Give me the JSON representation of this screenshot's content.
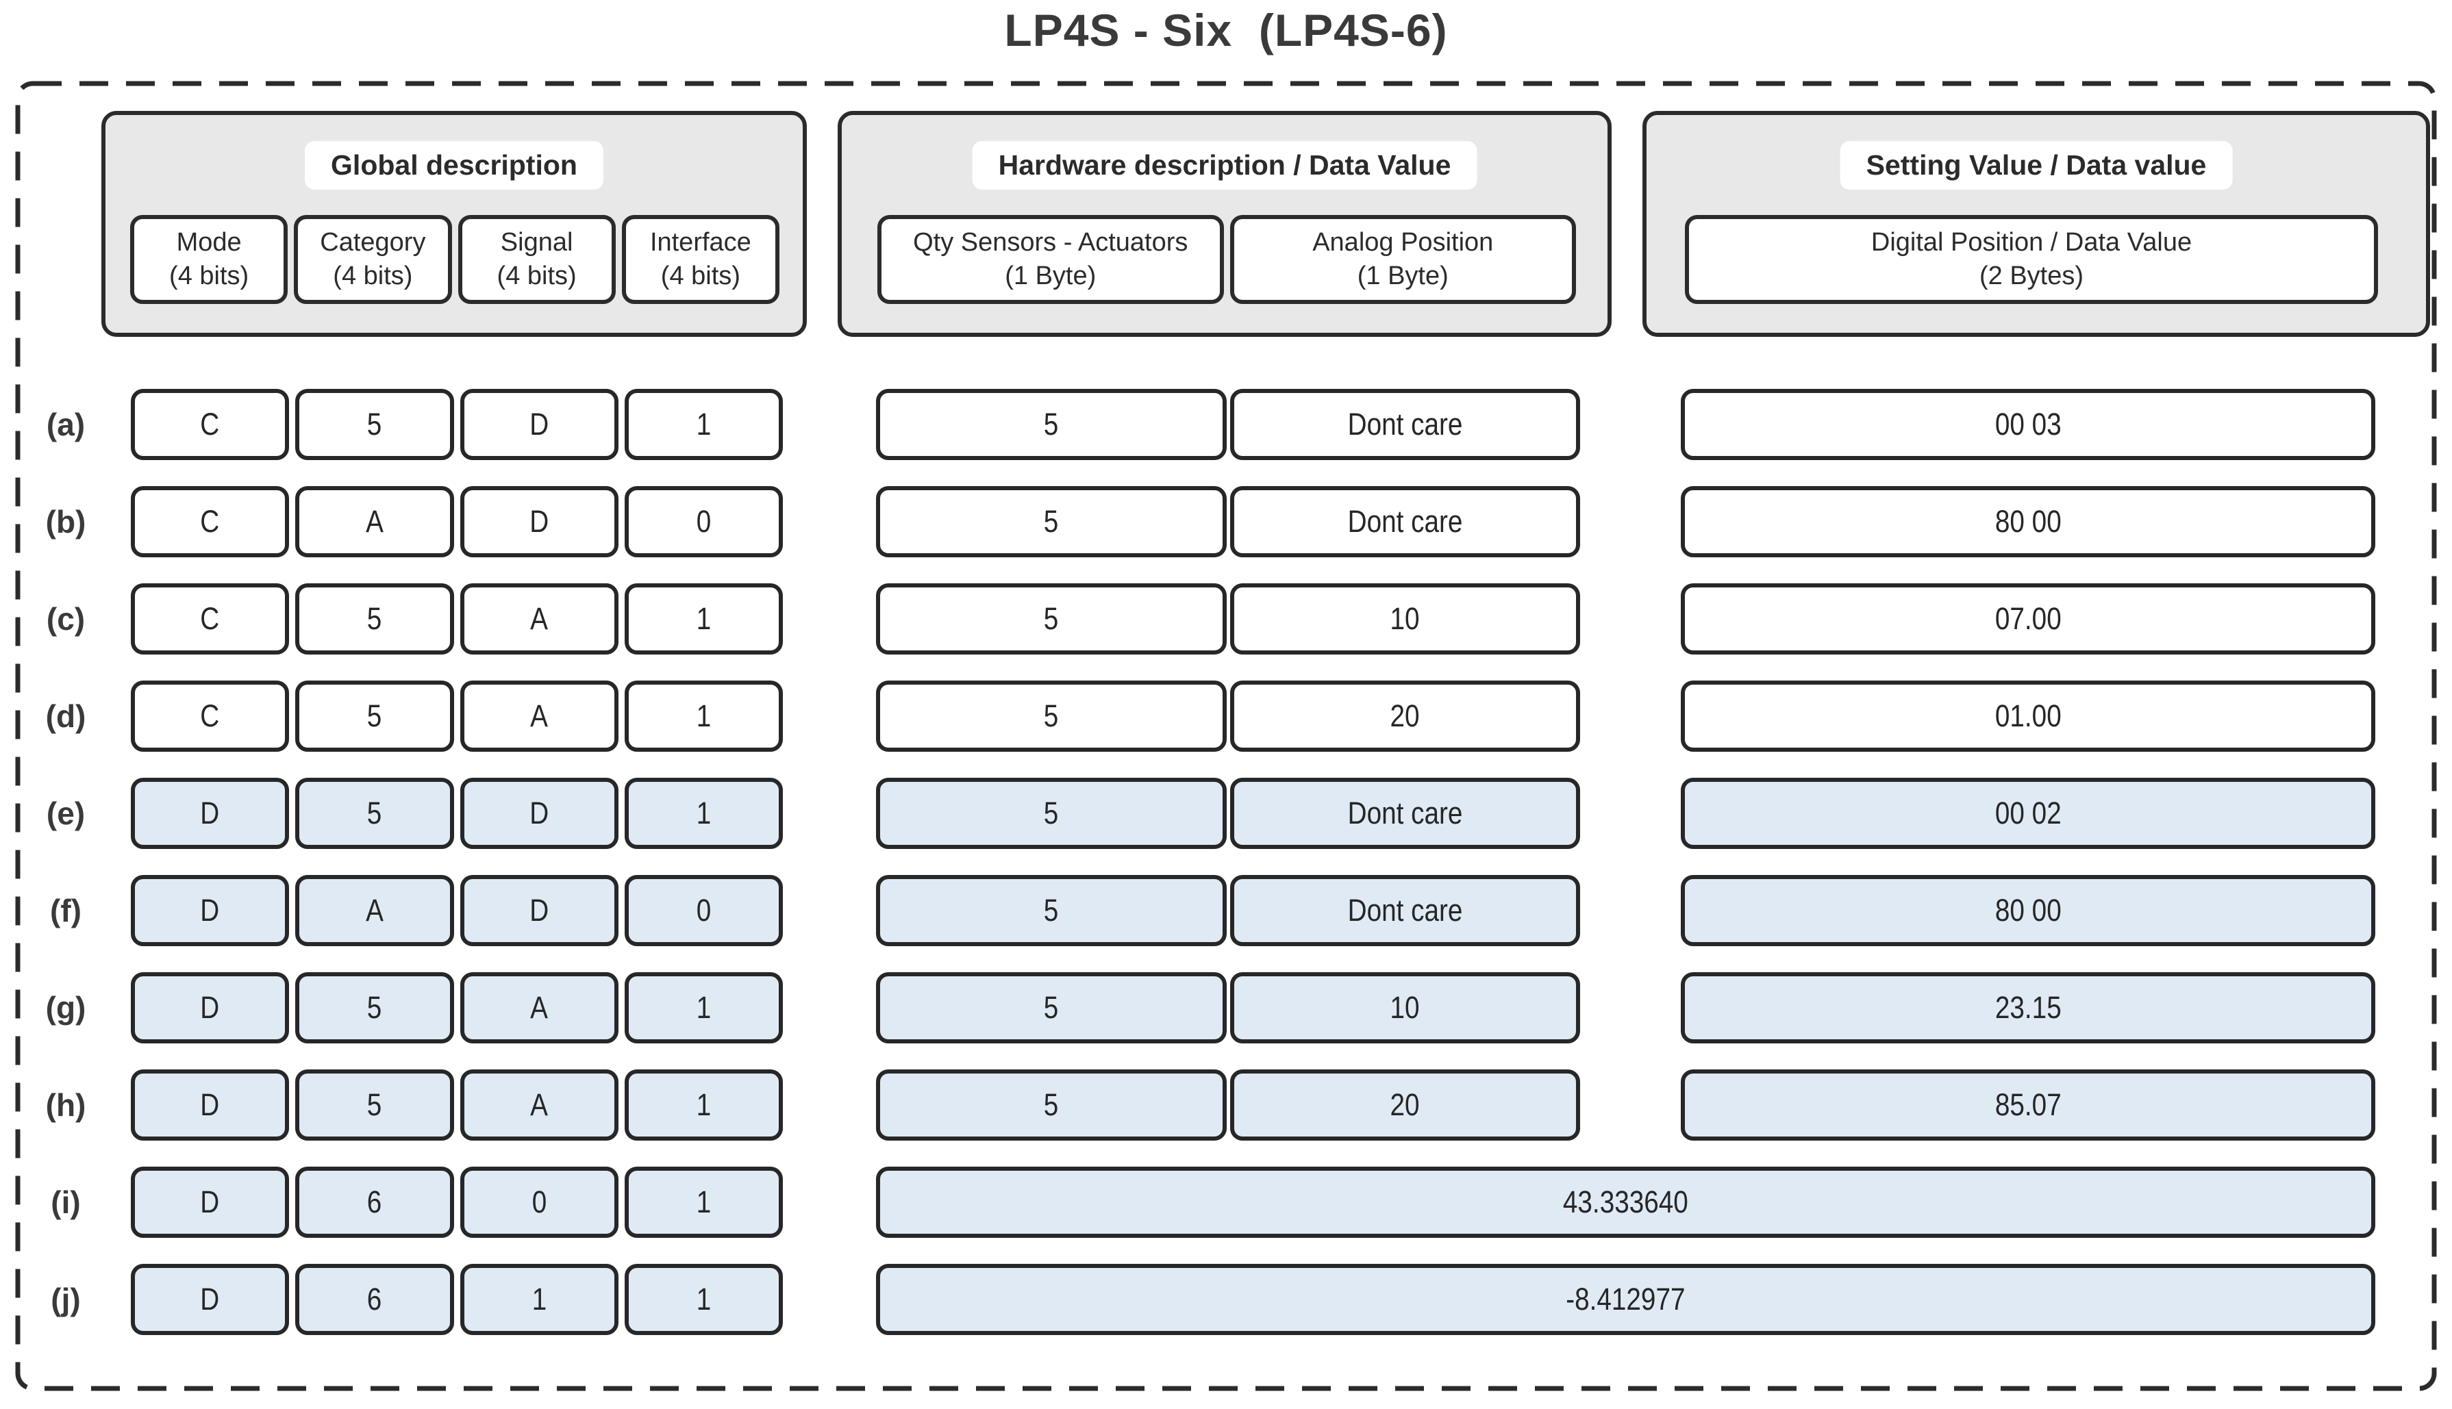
{
  "title": "LP4S - Six  (LP4S-6)",
  "colors": {
    "header_fill": "#e8e8e8",
    "shaded_row_fill": "#dfeaf4",
    "border": "#2b2b2b",
    "background": "#ffffff"
  },
  "headers": {
    "global": {
      "title": "Global description",
      "fields": [
        {
          "name": "Mode",
          "size": "(4 bits)"
        },
        {
          "name": "Category",
          "size": "(4 bits)"
        },
        {
          "name": "Signal",
          "size": "(4 bits)"
        },
        {
          "name": "Interface",
          "size": "(4 bits)"
        }
      ]
    },
    "hardware": {
      "title": "Hardware description / Data Value",
      "fields": [
        {
          "name": "Qty Sensors - Actuators",
          "size": "(1 Byte)"
        },
        {
          "name": "Analog Position",
          "size": "(1 Byte)"
        }
      ]
    },
    "setting": {
      "title": "Setting Value / Data value",
      "fields": [
        {
          "name": "Digital Position / Data Value",
          "size": "(2 Bytes)"
        }
      ]
    }
  },
  "rows": [
    {
      "label": "(a)",
      "shaded": false,
      "global": [
        "C",
        "5",
        "D",
        "1"
      ],
      "hardware": [
        "5",
        "Dont care"
      ],
      "setting": "00 03",
      "wide": null
    },
    {
      "label": "(b)",
      "shaded": false,
      "global": [
        "C",
        "A",
        "D",
        "0"
      ],
      "hardware": [
        "5",
        "Dont care"
      ],
      "setting": "80 00",
      "wide": null
    },
    {
      "label": "(c)",
      "shaded": false,
      "global": [
        "C",
        "5",
        "A",
        "1"
      ],
      "hardware": [
        "5",
        "10"
      ],
      "setting": "07.00",
      "wide": null
    },
    {
      "label": "(d)",
      "shaded": false,
      "global": [
        "C",
        "5",
        "A",
        "1"
      ],
      "hardware": [
        "5",
        "20"
      ],
      "setting": "01.00",
      "wide": null
    },
    {
      "label": "(e)",
      "shaded": true,
      "global": [
        "D",
        "5",
        "D",
        "1"
      ],
      "hardware": [
        "5",
        "Dont care"
      ],
      "setting": "00 02",
      "wide": null
    },
    {
      "label": "(f)",
      "shaded": true,
      "global": [
        "D",
        "A",
        "D",
        "0"
      ],
      "hardware": [
        "5",
        "Dont care"
      ],
      "setting": "80 00",
      "wide": null
    },
    {
      "label": "(g)",
      "shaded": true,
      "global": [
        "D",
        "5",
        "A",
        "1"
      ],
      "hardware": [
        "5",
        "10"
      ],
      "setting": "23.15",
      "wide": null
    },
    {
      "label": "(h)",
      "shaded": true,
      "global": [
        "D",
        "5",
        "A",
        "1"
      ],
      "hardware": [
        "5",
        "20"
      ],
      "setting": "85.07",
      "wide": null
    },
    {
      "label": "(i)",
      "shaded": true,
      "global": [
        "D",
        "6",
        "0",
        "1"
      ],
      "hardware": null,
      "setting": null,
      "wide": "43.333640"
    },
    {
      "label": "(j)",
      "shaded": true,
      "global": [
        "D",
        "6",
        "1",
        "1"
      ],
      "hardware": null,
      "setting": null,
      "wide": "-8.412977"
    }
  ]
}
